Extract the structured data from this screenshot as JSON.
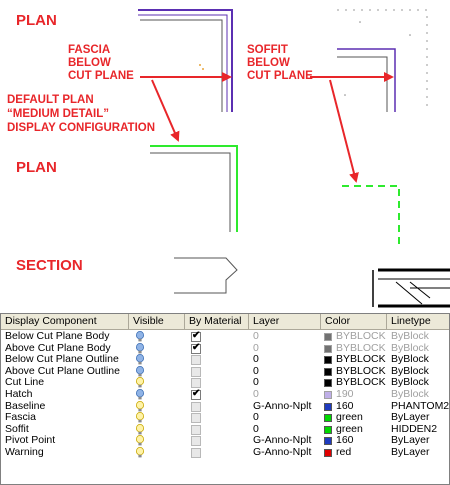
{
  "labels": {
    "plan1": "PLAN",
    "plan2": "PLAN",
    "section": "SECTION",
    "fascia": "FASCIA\nBELOW\nCUT PLANE",
    "soffit": "SOFFIT\nBELOW\nCUT PLANE",
    "config": "DEFAULT PLAN\n“MEDIUM DETAIL”\nDISPLAY CONFIGURATION"
  },
  "colors": {
    "annotation": "#e8262a",
    "fascia_line": "#5b2fb2",
    "soffit_line": "#2eea2e",
    "drawing_line": "#555555"
  },
  "table": {
    "headers": [
      "Display Component",
      "Visible",
      "By Material",
      "Layer",
      "Color",
      "Linetype"
    ],
    "rows": [
      {
        "name": "Below Cut Plane Body",
        "visible": "on",
        "by_material": true,
        "layer": "0",
        "layer_muted": true,
        "color": "BYBLOCK",
        "color_muted": true,
        "swatch": "#000000",
        "linetype": "ByBlock",
        "linetype_muted": true
      },
      {
        "name": "Above Cut Plane Body",
        "visible": "on",
        "by_material": true,
        "layer": "0",
        "layer_muted": true,
        "color": "BYBLOCK",
        "color_muted": true,
        "swatch": "#000000",
        "linetype": "ByBlock",
        "linetype_muted": true
      },
      {
        "name": "Below Cut Plane Outline",
        "visible": "on",
        "by_material": false,
        "layer": "0",
        "layer_muted": false,
        "color": "BYBLOCK",
        "color_muted": false,
        "swatch": "#000000",
        "linetype": "ByBlock",
        "linetype_muted": false
      },
      {
        "name": "Above Cut Plane Outline",
        "visible": "on",
        "by_material": false,
        "layer": "0",
        "layer_muted": false,
        "color": "BYBLOCK",
        "color_muted": false,
        "swatch": "#000000",
        "linetype": "ByBlock",
        "linetype_muted": false
      },
      {
        "name": "Cut Line",
        "visible": "off",
        "by_material": false,
        "layer": "0",
        "layer_muted": false,
        "color": "BYBLOCK",
        "color_muted": false,
        "swatch": "#000000",
        "linetype": "ByBlock",
        "linetype_muted": false
      },
      {
        "name": "Hatch",
        "visible": "on",
        "by_material": true,
        "layer": "0",
        "layer_muted": true,
        "color": "190",
        "color_muted": true,
        "swatch": "#8b6fd6",
        "linetype": "ByBlock",
        "linetype_muted": true
      },
      {
        "name": "Baseline",
        "visible": "off",
        "by_material": false,
        "layer": "G-Anno-Nplt",
        "layer_muted": false,
        "color": "160",
        "color_muted": false,
        "swatch": "#1f3bbf",
        "linetype": "PHANTOM2",
        "linetype_muted": false
      },
      {
        "name": "Fascia",
        "visible": "off",
        "by_material": false,
        "layer": "0",
        "layer_muted": false,
        "color": "green",
        "color_muted": false,
        "swatch": "#00d800",
        "linetype": "ByLayer",
        "linetype_muted": false
      },
      {
        "name": "Soffit",
        "visible": "off",
        "by_material": false,
        "layer": "0",
        "layer_muted": false,
        "color": "green",
        "color_muted": false,
        "swatch": "#00d800",
        "linetype": "HIDDEN2",
        "linetype_muted": false
      },
      {
        "name": "Pivot Point",
        "visible": "off",
        "by_material": false,
        "layer": "G-Anno-Nplt",
        "layer_muted": false,
        "color": "160",
        "color_muted": false,
        "swatch": "#1f3bbf",
        "linetype": "ByLayer",
        "linetype_muted": false
      },
      {
        "name": "Warning",
        "visible": "off",
        "by_material": false,
        "layer": "G-Anno-Nplt",
        "layer_muted": false,
        "color": "red",
        "color_muted": false,
        "swatch": "#e00000",
        "linetype": "ByLayer",
        "linetype_muted": false
      }
    ]
  }
}
